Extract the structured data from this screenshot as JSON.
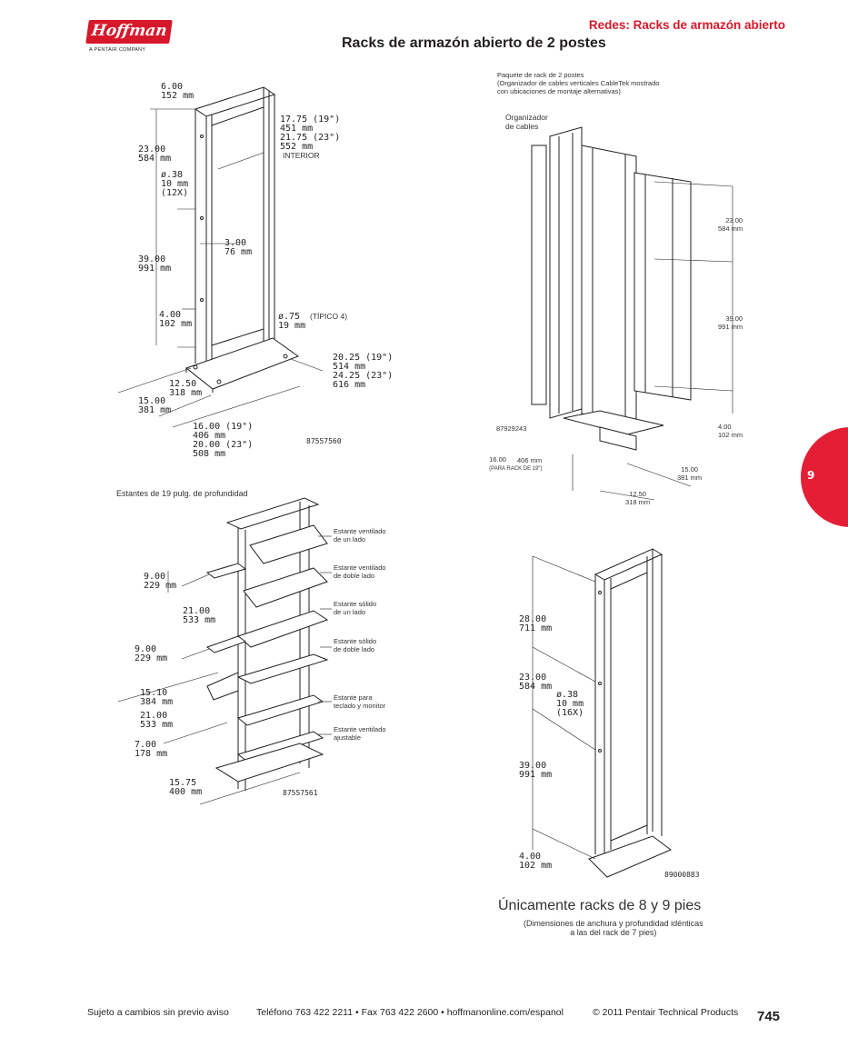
{
  "header": {
    "brand": "Hoffman",
    "tagline": "A PENTAIR COMPANY",
    "section": "Redes: Racks de armazón abierto",
    "title": "Racks de armazón abierto de 2 postes"
  },
  "tab": {
    "number": "9",
    "color": "#e41f35"
  },
  "colors": {
    "brand_red": "#d7182a",
    "text": "#231f20"
  },
  "fig1": {
    "dims": {
      "width": "6.00\n152 mm",
      "interior": "17.75 (19\")\n451 mm\n21.75 (23\")\n552 mm",
      "interior_word": "INTERIOR",
      "d23": "23.00\n584 mm",
      "hole": "ø.38\n10 mm\n(12X)",
      "d3": "3.00\n76 mm",
      "d39": "39.00\n991 mm",
      "d4": "4.00\n102 mm",
      "d075": "ø.75",
      "typ": "(TÍPICO 4)",
      "d19mm": "19 mm",
      "base_w": "20.25 (19\")\n514 mm\n24.25 (23\")\n616 mm",
      "d1250": "12.50\n318 mm",
      "d1500": "15.00\n381 mm",
      "d16": "16.00 (19\")\n406 mm\n20.00 (23\")\n508 mm"
    },
    "part": "87557560"
  },
  "fig2": {
    "caption": "Paquete de rack de 2 postes\n(Organizador de cables verticales CableTek mostrado\ncon ubicaciones de montaje alternativas)",
    "organizer": "Organizador\nde cables",
    "part": "87929243",
    "dims": {
      "d23": "23.00\n584 mm",
      "d39": "39.00\n991 mm",
      "d4": "4.00\n102 mm",
      "d16": "16.00",
      "d16_note": "(PARA RACK DE 19\")",
      "d16_mm": "406 mm",
      "d15": "15.00\n381 mm",
      "d1250": "12.50\n318 mm"
    }
  },
  "fig3": {
    "caption": "Estantes de 19 pulg. de profundidad",
    "shelves": [
      "Estante ventilado\nde un lado",
      "Estante ventilado\nde doble lado",
      "Estante sólido\nde un lado",
      "Estante sólido\nde doble lado",
      "Estante para\nteclado y monitor",
      "Estante ventilado\najustable"
    ],
    "dims": {
      "d9a": "9.00\n229 mm",
      "d21a": "21.00\n533 mm",
      "d9b": "9.00\n229 mm",
      "d1510": "15.10\n384 mm",
      "d21b": "21.00\n533 mm",
      "d7": "7.00\n178 mm",
      "d1575": "15.75\n400 mm"
    },
    "part": "87557561"
  },
  "fig4": {
    "dims": {
      "d28": "28.00\n711 mm",
      "d23": "23.00\n584 mm",
      "hole": "ø.38\n10 mm\n(16X)",
      "d39": "39.00\n991 mm",
      "d4": "4.00\n102 mm"
    },
    "part": "89000883",
    "subhead": "Únicamente racks de 8 y 9 pies",
    "note": "(Dimensiones de anchura y profundidad idénticas\na las del rack de 7 pies)"
  },
  "footer": {
    "notice": "Sujeto a cambios sin previo aviso",
    "contact": "Teléfono 763 422 2211 • Fax 763 422 2600 • hoffmanonline.com/espanol",
    "copyright": "© 2011 Pentair Technical Products",
    "page": "745"
  }
}
